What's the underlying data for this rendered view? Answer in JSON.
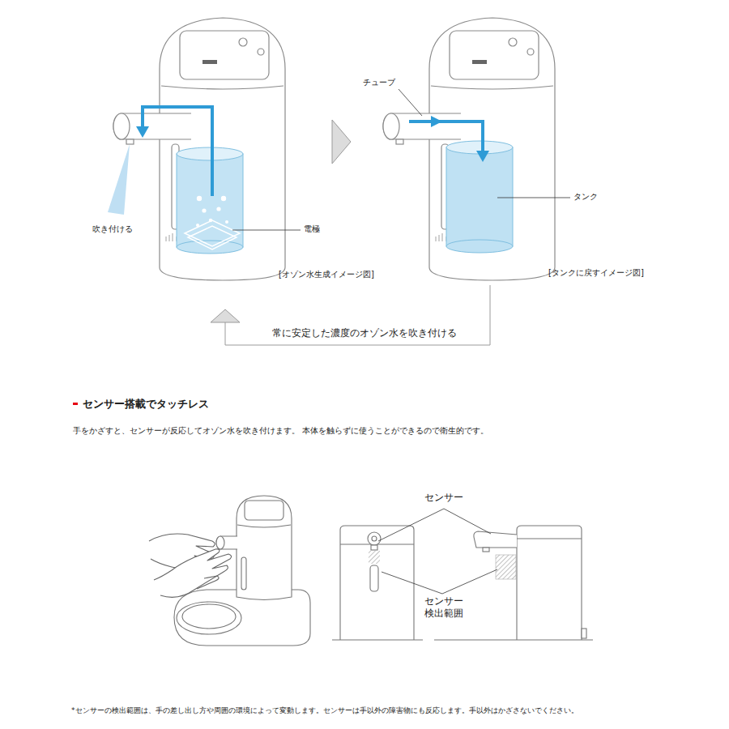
{
  "diagram": {
    "title": "センサー搭載でタッチレス",
    "labels": [
      "チューブ",
      "吹き付ける",
      "電極",
      "タンク",
      "[オゾン水生成イメージ図]",
      "[タンクに戻すイメージ図]",
      "常に安定した濃度のオゾン水を吹き付ける",
      "手をかざすと、センサーが反応してオゾン水を吹き付けます。 本体を触らずに使うことができるので衛生的です。",
      "センサー",
      "センサー 検出範囲",
      "*センサーの検出範囲は、手の差し出し方や周囲の環境によって変動します。センサーは手以外の障害物にも反応します。手以外はかざさないでください。"
    ]
  }
}
